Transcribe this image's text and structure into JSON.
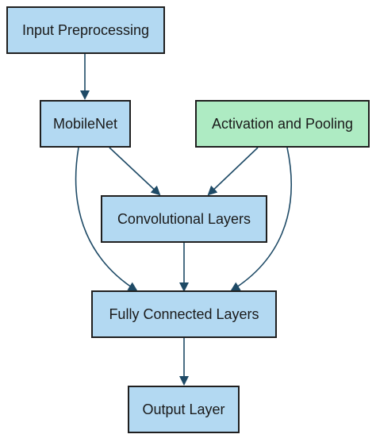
{
  "colors": {
    "node_blue": "#b3d9f2",
    "node_green": "#aeebc3",
    "edge": "#1e4a66"
  },
  "nodes": {
    "input_preprocessing": {
      "label": "Input Preprocessing",
      "color": "node_blue"
    },
    "mobilenet": {
      "label": "MobileNet",
      "color": "node_blue"
    },
    "activation_pooling": {
      "label": "Activation and Pooling",
      "color": "node_green"
    },
    "convolutional_layers": {
      "label": "Convolutional Layers",
      "color": "node_blue"
    },
    "fully_connected_layers": {
      "label": "Fully Connected Layers",
      "color": "node_blue"
    },
    "output_layer": {
      "label": "Output Layer",
      "color": "node_blue"
    }
  },
  "edges": [
    {
      "from": "input_preprocessing",
      "to": "mobilenet"
    },
    {
      "from": "mobilenet",
      "to": "convolutional_layers"
    },
    {
      "from": "activation_pooling",
      "to": "convolutional_layers"
    },
    {
      "from": "mobilenet",
      "to": "fully_connected_layers"
    },
    {
      "from": "activation_pooling",
      "to": "fully_connected_layers"
    },
    {
      "from": "convolutional_layers",
      "to": "fully_connected_layers"
    },
    {
      "from": "fully_connected_layers",
      "to": "output_layer"
    }
  ]
}
